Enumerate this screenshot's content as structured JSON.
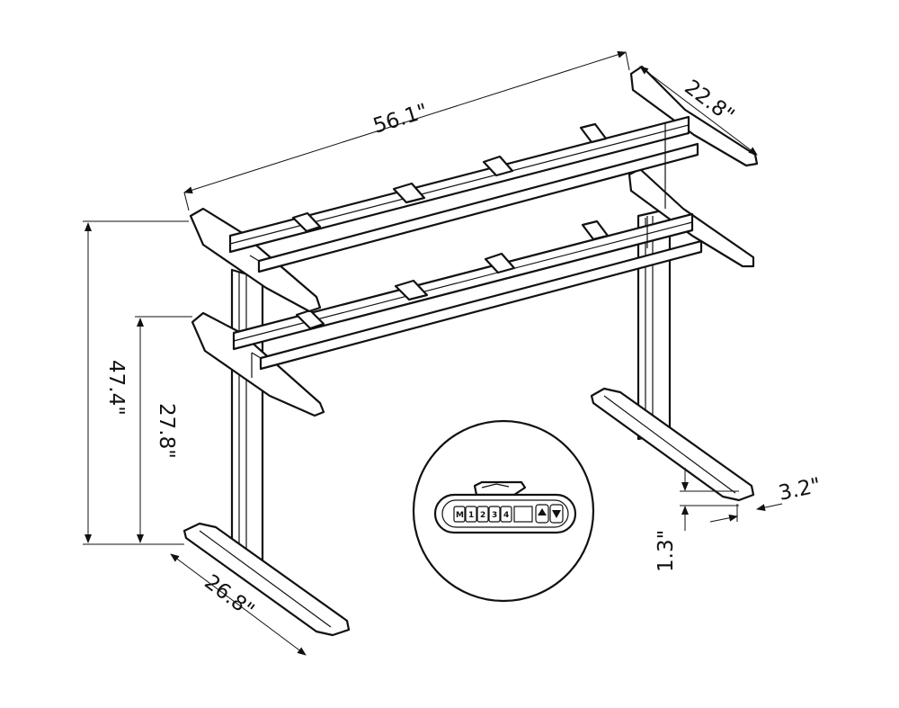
{
  "dimensions": {
    "width": "56.1\"",
    "depth": "22.8\"",
    "max_height": "47.4\"",
    "min_height": "27.8\"",
    "foot_length": "26.8\"",
    "foot_width": "3.2\"",
    "foot_height": "1.3\""
  },
  "control_panel": {
    "buttons": [
      "M",
      "1",
      "2",
      "3",
      "4"
    ],
    "up_icon": "up-arrow-icon",
    "down_icon": "down-arrow-icon"
  }
}
